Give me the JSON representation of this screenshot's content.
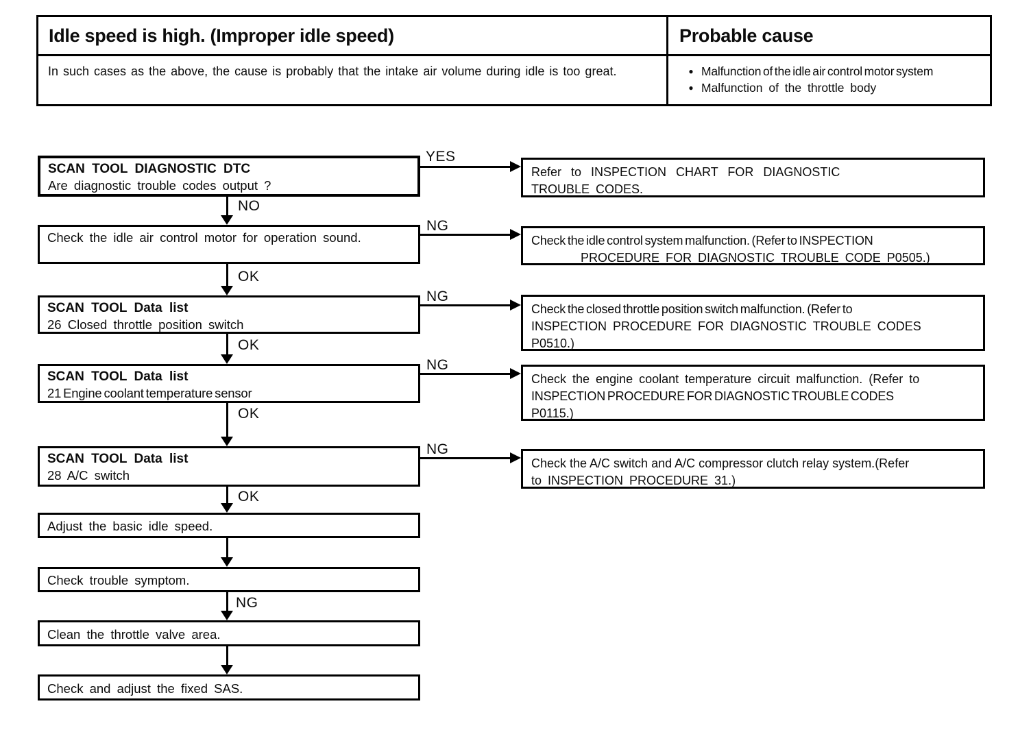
{
  "header": {
    "title": "Idle speed is high. (Improper idle speed)",
    "probable_cause_heading": "Probable cause",
    "description": "In such cases as the above, the cause is probably that the intake air volume during idle is too great.",
    "bullet": "●",
    "causes": [
      "Malfunction of the idle air control motor system",
      "Malfunction of the throttle body"
    ]
  },
  "labels": {
    "yes": "YES",
    "no": "NO",
    "ok": "OK",
    "ng": "NG"
  },
  "steps": [
    {
      "title": "SCAN TOOL DIAGNOSTIC DTC",
      "text": "Are diagnostic trouble codes output ?"
    },
    {
      "text": "Check the idle air control motor for operation sound."
    },
    {
      "title": "SCAN TOOL Data list",
      "text": "26 Closed throttle position switch"
    },
    {
      "title": "SCAN TOOL Data list",
      "text": "21 Engine coolant temperature sensor"
    },
    {
      "title": "SCAN TOOL Data list",
      "text": "28 A/C switch"
    },
    {
      "text": "Adjust the basic idle speed."
    },
    {
      "text": "Check trouble symptom."
    },
    {
      "text": "Clean the throttle valve area."
    },
    {
      "text": "Check and adjust the fixed SAS."
    }
  ],
  "results": [
    {
      "lines": [
        "Refer to INSPECTION CHART FOR DIAGNOSTIC",
        "TROUBLE CODES."
      ]
    },
    {
      "lines": [
        "Check the idle control system malfunction. (Refer to INSPECTION",
        "PROCEDURE FOR DIAGNOSTIC TROUBLE CODE P0505.)"
      ]
    },
    {
      "lines": [
        "Check the closed throttle position switch malfunction. (Refer to",
        "INSPECTION PROCEDURE FOR DIAGNOSTIC TROUBLE CODES",
        "P0510.)"
      ]
    },
    {
      "lines": [
        "Check the engine coolant temperature circuit malfunction. (Refer to",
        "INSPECTION PROCEDURE FOR DIAGNOSTIC TROUBLE CODES",
        "P0115.)"
      ]
    },
    {
      "lines": [
        "Check the A/C switch and A/C compressor clutch relay system.(Refer",
        "to INSPECTION PROCEDURE 31.)"
      ]
    }
  ]
}
